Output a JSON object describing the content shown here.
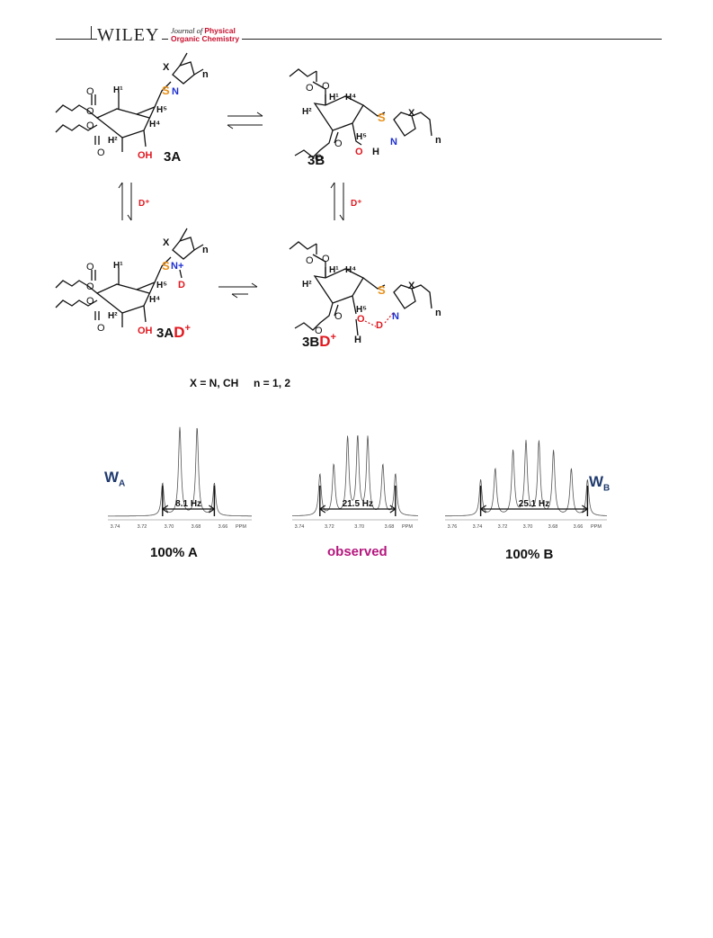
{
  "header": {
    "publisher": "WILEY",
    "journal_line1_prefix": "Journal of",
    "journal_line1_bold": "Physical",
    "journal_line2": "Organic Chemistry"
  },
  "scheme": {
    "compounds": {
      "c3A": "3A",
      "c3B": "3B",
      "c3AD_base": "3A",
      "c3AD_sup": "D",
      "c3AD_charge": "+",
      "c3BD_base": "3B",
      "c3BD_sup": "D",
      "c3BD_charge": "+"
    },
    "reagent": "D⁺",
    "atoms": {
      "S": "S",
      "N": "N",
      "X": "X",
      "n": "n",
      "OH": "OH",
      "O": "O",
      "H": "H",
      "D": "D",
      "Nplus": "N+",
      "H1": "H¹",
      "H2": "H²",
      "H4": "H⁴",
      "H5": "H⁵"
    },
    "definitions": "X = N, CH     n = 1, 2"
  },
  "spectra": [
    {
      "coupling_label": "8.1 Hz",
      "caption": "100% A",
      "ticks": [
        "3.74",
        "3.72",
        "3.70",
        "3.68",
        "3.66"
      ],
      "unit": "PPM",
      "side_label": "W",
      "side_label_sub": "A"
    },
    {
      "coupling_label": "21.5 Hz",
      "caption": "observed",
      "ticks": [
        "3.74",
        "3.72",
        "3.70",
        "3.68"
      ],
      "unit": "PPM"
    },
    {
      "coupling_label": "25.1 Hz",
      "caption": "100% B",
      "ticks": [
        "3.76",
        "3.74",
        "3.72",
        "3.70",
        "3.68",
        "3.66"
      ],
      "unit": "PPM",
      "side_label": "W",
      "side_label_sub": "B"
    }
  ],
  "colors": {
    "sulfur": "#e8901a",
    "nitrogen": "#1d2fd0",
    "oxygen_charge": "#e0181f",
    "observed": "#b5177e",
    "w_label": "#1f3a6e"
  }
}
